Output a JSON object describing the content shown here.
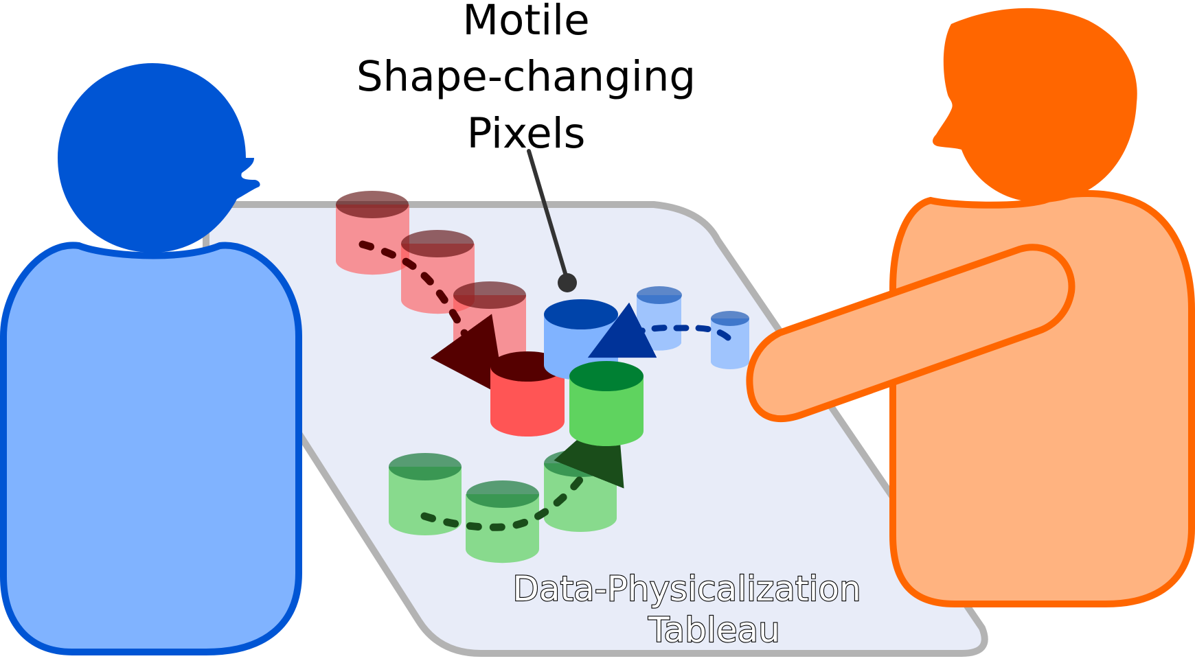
{
  "callout": {
    "line1": "Motile",
    "line2": "Shape-changing",
    "line3": "Pixels"
  },
  "table": {
    "line1": "Data-Physicalization",
    "line2": "Tableau"
  },
  "colors": {
    "left_person": "#0055d4",
    "left_person_body": "#80b3ff",
    "right_person": "#ff6600",
    "right_person_body": "#ffb380",
    "table_fill": "#e8ecf8",
    "table_border": "#b3b3b3",
    "red_pixel": "#ff5555",
    "green_pixel": "#5fd35f",
    "blue_pixel": "#80b3ff"
  },
  "icons": {
    "left_person": "person-icon",
    "right_person": "person-pointing-icon",
    "pixel": "cylinder-icon"
  }
}
